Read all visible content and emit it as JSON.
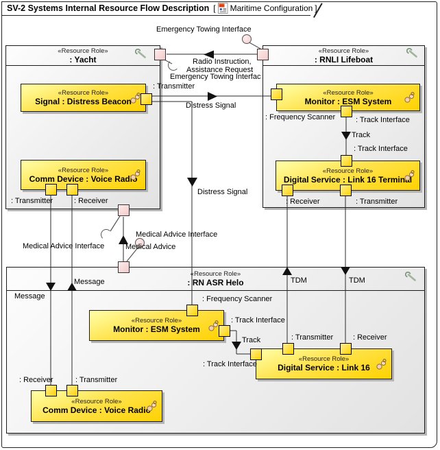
{
  "colors": {
    "block_fill_top": "#ffffaa",
    "block_fill": "#ffd200",
    "port_pink": "#f3c9c9",
    "container_fill": "#e2e2e2",
    "line": "#2a2a2a",
    "shadow": "#b4b4b4",
    "title_icon_red": "#e2420f"
  },
  "frame": {
    "title": "SV-2 Systems Internal Resource Flow Description",
    "bracket_open": "[",
    "config_name": "Maritime Configuration",
    "bracket_close": "]"
  },
  "stereotype": "«Resource Role»",
  "containers": {
    "yacht": {
      "name": ": Yacht"
    },
    "rnli_lifeboat": {
      "name": ": RNLI Lifeboat"
    },
    "rn_asr_helo": {
      "name": ": RN ASR Helo"
    }
  },
  "blocks": {
    "distress_beacon": {
      "name": "Signal : Distress Beacon"
    },
    "yacht_voice_radio": {
      "name": "Comm Device : Voice Radio"
    },
    "rnli_esm": {
      "name": "Monitor : ESM System"
    },
    "rnli_link16_terminal": {
      "name": "Digital Service : Link 16 Terminal"
    },
    "helo_esm": {
      "name": "Monitor : ESM System"
    },
    "helo_link16": {
      "name": "Digital Service : Link 16"
    },
    "helo_voice_radio": {
      "name": "Comm Device : Voice Radio"
    }
  },
  "port_labels": {
    "beacon_transmitter": ": Transmitter",
    "yacht_radio_transmitter": ": Transmitter",
    "yacht_radio_receiver": ": Receiver",
    "rnli_esm_frequency_scanner": ": Frequency Scanner",
    "rnli_esm_track_interface": ": Track Interface",
    "rnli_link16_track_interface": ": Track Interface",
    "rnli_link16_receiver": ": Receiver",
    "rnli_link16_transmitter": ": Transmitter",
    "helo_esm_frequency_scanner": ": Frequency Scanner",
    "helo_esm_track_interface": ": Track Interface",
    "helo_link16_track_interface": ": Track Interface",
    "helo_link16_transmitter": ": Transmitter",
    "helo_link16_receiver": ": Receiver",
    "helo_radio_receiver": ": Receiver",
    "helo_radio_transmitter": ": Transmitter"
  },
  "flow_labels": {
    "emergency_towing_interface_top": "Emergency Towing Interface",
    "radio_instruction_line1": "Radio Instruction,",
    "radio_instruction_line2": "Assistance Request",
    "emergency_towing_interface_mid": "Emergency Towing Interfac",
    "distress_signal_horizontal": "Distress Signal",
    "distress_signal_vertical": "Distress Signal",
    "track_rnli": "Track",
    "track_helo": "Track",
    "tdm_left": "TDM",
    "tdm_right": "TDM",
    "medical_advice_interface_left": "Medical Advice Interface",
    "medical_advice_interface_right": "Medical Advice Interface",
    "medical_advice": "Medical Advice",
    "message_up": "Message",
    "message_down": "Message"
  }
}
